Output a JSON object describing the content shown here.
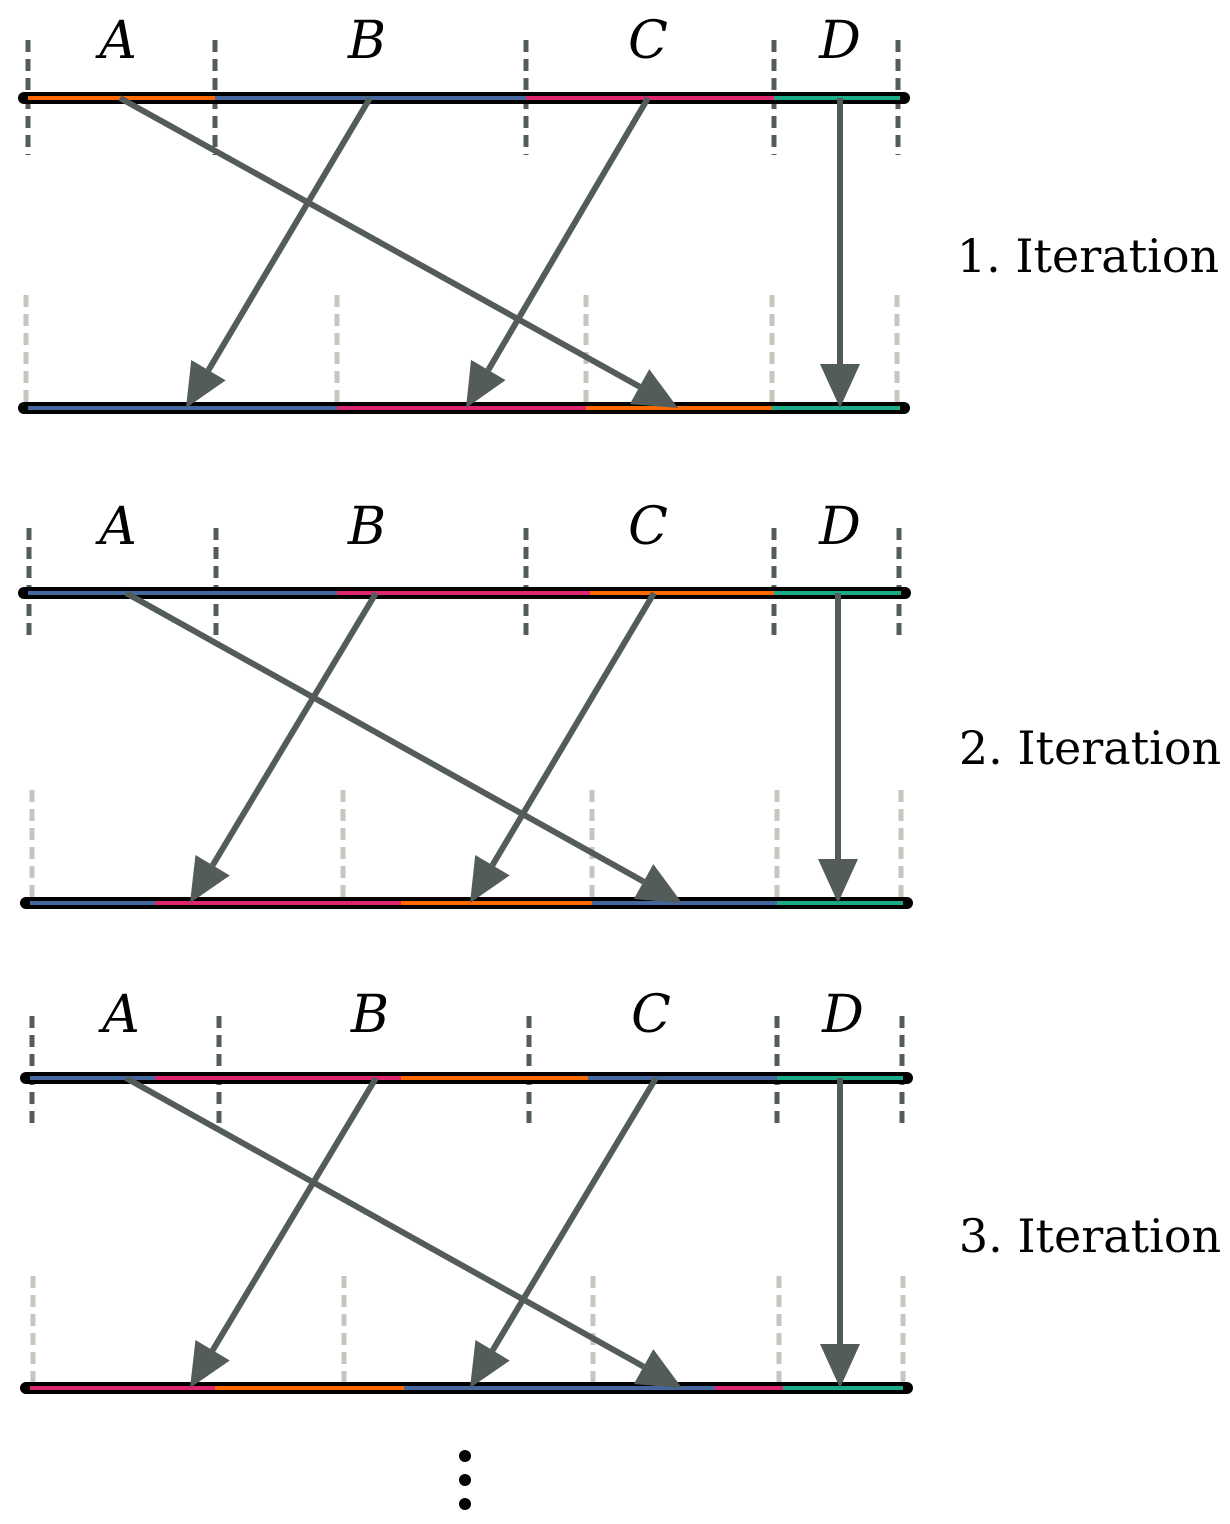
{
  "colors": {
    "orange": "#ff6a00",
    "blue": "#44679e",
    "pink": "#df2470",
    "green": "#1aab88",
    "arrow": "#535b5b",
    "divider_dark": "#535b5b",
    "divider_light": "#c8c5be",
    "axis": "#000000"
  },
  "segment_labels": [
    "A",
    "B",
    "C",
    "D"
  ],
  "iterations": [
    {
      "label": "1. Iteration",
      "top_colors": [
        "orange",
        "blue",
        "pink",
        "green"
      ],
      "bottom_colors": [
        "blue",
        "pink",
        "orange",
        "green"
      ]
    },
    {
      "label": "2. Iteration",
      "top_colors": [
        "blue",
        "blue",
        "pink",
        "pink",
        "orange",
        "green"
      ],
      "bottom_colors": [
        "blue",
        "pink",
        "orange",
        "blue",
        "green"
      ]
    },
    {
      "label": "3. Iteration",
      "top_colors": [
        "blue",
        "pink",
        "orange",
        "blue",
        "green"
      ],
      "bottom_colors": [
        "pink",
        "orange",
        "blue",
        "pink",
        "green"
      ]
    }
  ],
  "continuation_icon": "vertical-ellipsis-icon"
}
